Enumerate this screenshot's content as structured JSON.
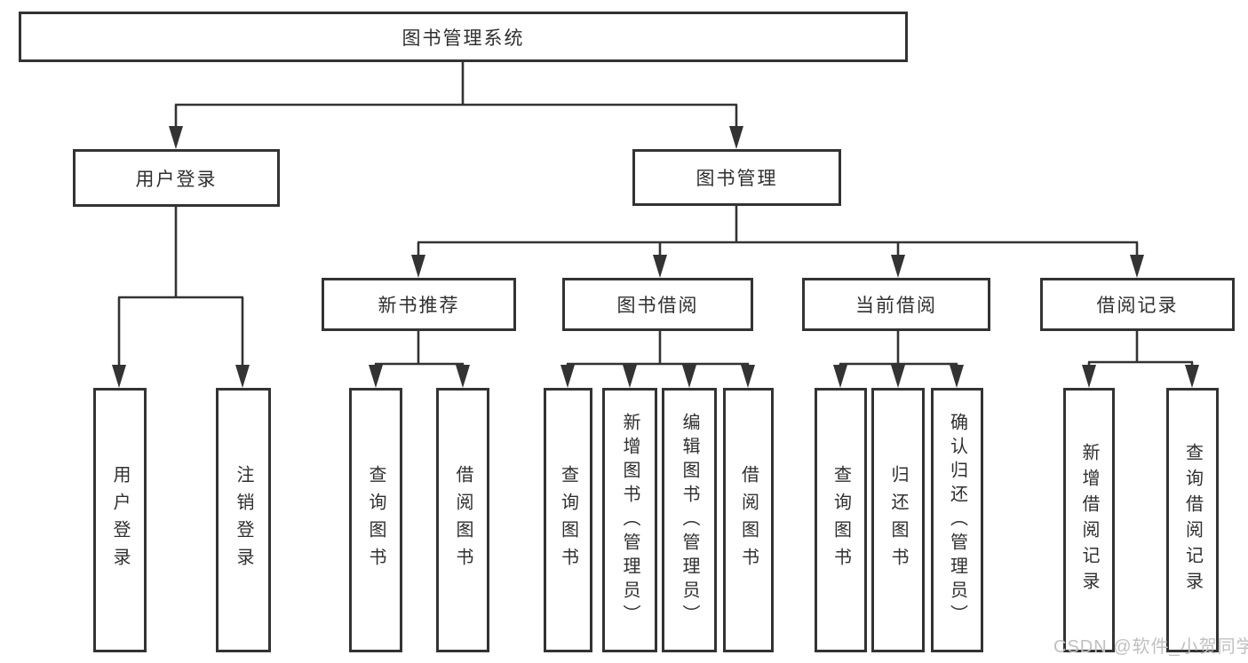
{
  "diagram_type": "function-structure-tree",
  "tree": {
    "label": "图书管理系统",
    "children": [
      {
        "label": "用户登录",
        "children": [
          {
            "label": "用户登录"
          },
          {
            "label": "注销登录"
          }
        ]
      },
      {
        "label": "图书管理",
        "children": [
          {
            "label": "新书推荐",
            "children": [
              {
                "label": "查询图书"
              },
              {
                "label": "借阅图书"
              }
            ]
          },
          {
            "label": "图书借阅",
            "children": [
              {
                "label": "查询图书"
              },
              {
                "label": "新增图书（管理员）"
              },
              {
                "label": "编辑图书（管理员）"
              },
              {
                "label": "借阅图书"
              }
            ]
          },
          {
            "label": "当前借阅",
            "children": [
              {
                "label": "查询图书"
              },
              {
                "label": "归还图书"
              },
              {
                "label": "确认归还（管理员）"
              }
            ]
          },
          {
            "label": "借阅记录",
            "children": [
              {
                "label": "新增借阅记录"
              },
              {
                "label": "查询借阅记录"
              }
            ]
          }
        ]
      }
    ]
  },
  "watermark": {
    "text": "CSDN @软件_小贺同学"
  },
  "colors": {
    "line": "#333333",
    "box_border": "#333333",
    "text": "#2f2f2f",
    "watermark": "#c0c0c0",
    "background": "#ffffff"
  }
}
